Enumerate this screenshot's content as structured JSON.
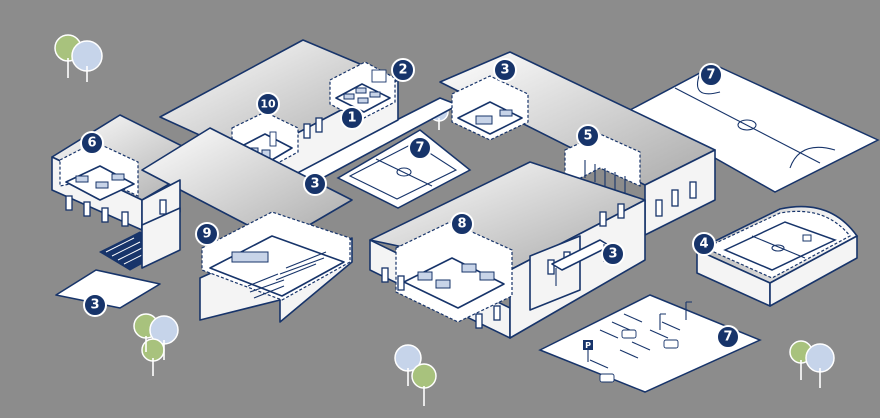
{
  "badges": {
    "b1": "1",
    "b2": "2",
    "b3": "3",
    "b4": "4",
    "b5": "5",
    "b6": "6",
    "b7": "7",
    "b8": "8",
    "b9": "9",
    "b10": "10"
  },
  "colors": {
    "background": "#8c8c8c",
    "outline": "#17346a",
    "badge_fill": "#17346a",
    "badge_text": "#ffffff",
    "tree_green": "#a8c27d",
    "tree_blue": "#c6d4ea",
    "wall": "#f4f4f4"
  },
  "icons": [
    "tree-icon",
    "parking-sign-icon",
    "car-icon",
    "lamp-post-icon",
    "basketball-hoop-icon"
  ]
}
